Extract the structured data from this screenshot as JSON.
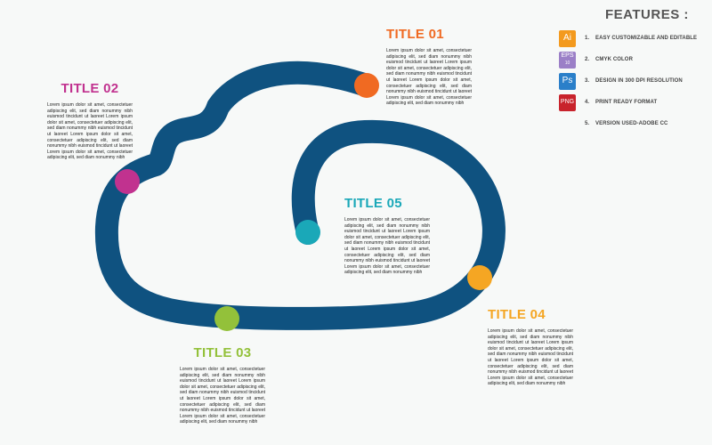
{
  "colors": {
    "path": "#0f5280",
    "title_01": "#f06a22",
    "title_02": "#c1328f",
    "title_03": "#93c13a",
    "title_04": "#f5a623",
    "title_05": "#1aa8b8",
    "background": "#f7f9f8"
  },
  "steps": [
    {
      "title": "TITLE 01",
      "body": "Lorem ipsum dolor sit amet, consectetuer adipiscing elit, sed diam nonummy nibh euismod tincidunt ut laoreet Lorem ipsum dolor sit amet, consectetuer adipiscing elit, sed diam nonummy nibh euismod tincidunt ut laoreet Lorem ipsum dolor sit amet, consectetuer adipiscing elit, sed diam nonummy nibh euismod tincidunt ut laoreet Lorem ipsum dolor sit amet, consectetuer adipiscing elit, sed diam nonummy nibh"
    },
    {
      "title": "TITLE 02",
      "body": "Lorem ipsum dolor sit amet, consectetuer adipiscing elit, sed diam nonummy nibh euismod tincidunt ut laoreet Lorem ipsum dolor sit amet, consectetuer adipiscing elit, sed diam nonummy nibh euismod tincidunt ut laoreet Lorem ipsum dolor sit amet, consectetuer adipiscing elit, sed diam nonummy nibh euismod tincidunt ut laoreet Lorem ipsum dolor sit amet, consectetuer adipiscing elit, sed diam nonummy nibh"
    },
    {
      "title": "TITLE 03",
      "body": "Lorem ipsum dolor sit amet, consectetuer adipiscing elit, sed diam nonummy nibh euismod tincidunt ut laoreet Lorem ipsum dolor sit amet, consectetuer adipiscing elit, sed diam nonummy nibh euismod tincidunt ut laoreet Lorem ipsum dolor sit amet, consectetuer adipiscing elit, sed diam nonummy nibh euismod tincidunt ut laoreet Lorem ipsum dolor sit amet, consectetuer adipiscing elit, sed diam nonummy nibh"
    },
    {
      "title": "TITLE 04",
      "body": "Lorem ipsum dolor sit amet, consectetuer adipiscing elit, sed diam nonummy nibh euismod tincidunt ut laoreet Lorem ipsum dolor sit amet, consectetuer adipiscing elit, sed diam nonummy nibh euismod tincidunt ut laoreet Lorem ipsum dolor sit amet, consectetuer adipiscing elit, sed diam nonummy nibh euismod tincidunt ut laoreet Lorem ipsum dolor sit amet, consectetuer adipiscing elit, sed diam nonummy nibh"
    },
    {
      "title": "TITLE 05",
      "body": "Lorem ipsum dolor sit amet, consectetuer adipiscing elit, sed diam nonummy nibh euismod tincidunt ut laoreet Lorem ipsum dolor sit amet, consectetuer adipiscing elit, sed diam nonummy nibh euismod tincidunt ut laoreet Lorem ipsum dolor sit amet, consectetuer adipiscing elit, sed diam nonummy nibh euismod tincidunt ut laoreet Lorem ipsum dolor sit amet, consectetuer adipiscing elit, sed diam nonummy nibh"
    }
  ],
  "features": {
    "heading": "FEATURES :",
    "items": [
      {
        "num": "1.",
        "text": "EASY CUSTOMIZABLE AND EDITABLE",
        "icon": "ai-file-icon",
        "icon_label": "Ai",
        "color": "#f39a1e"
      },
      {
        "num": "2.",
        "text": "CMYK COLOR",
        "icon": "eps-file-icon",
        "icon_label": "EPS",
        "icon_sub": "10",
        "color": "#9b7fc7"
      },
      {
        "num": "3.",
        "text": "DESIGN IN 300 DPI RESOLUTION",
        "icon": "ps-file-icon",
        "icon_label": "Ps",
        "color": "#2a7fc9"
      },
      {
        "num": "4.",
        "text": "PRINT READY FORMAT",
        "icon": "png-file-icon",
        "icon_label": "PNG",
        "color": "#c8232c"
      },
      {
        "num": "5.",
        "text": "VERSION USED-ADOBE CC"
      }
    ]
  }
}
